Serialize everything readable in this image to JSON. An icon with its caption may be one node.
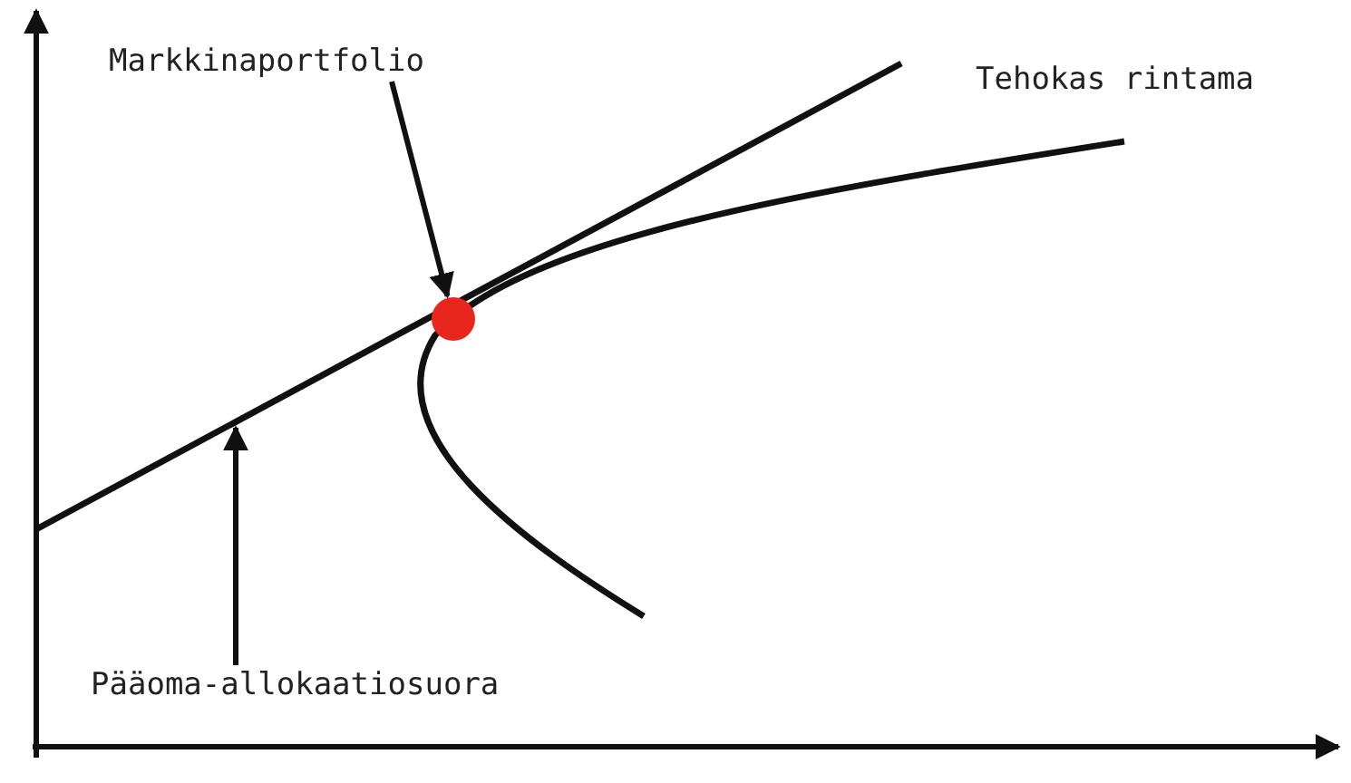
{
  "diagram": {
    "nodes": [
      {
        "text": [
          "Markkinaportfolio"
        ]
      },
      {
        "text": [],
        "shape": "circle"
      },
      {
        "text": [
          "Pääoma-allokaatiosuora"
        ]
      }
    ],
    "edges": [
      {
        "from": 0,
        "to": 1,
        "arrow": "to"
      },
      {
        "from": 2,
        "to": null,
        "arrow": "to"
      }
    ],
    "labels": [
      "Tehokas rintama"
    ]
  }
}
